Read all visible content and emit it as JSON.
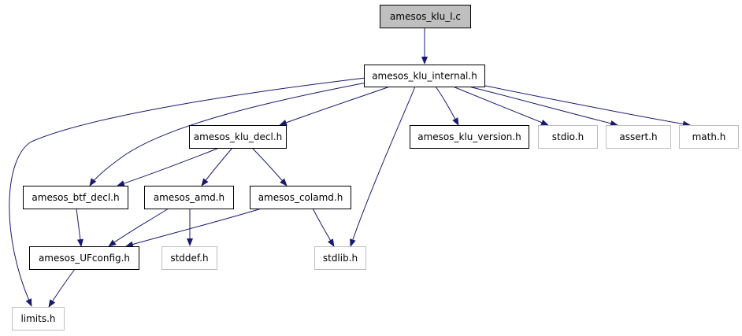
{
  "title": "amesos_klu_l.c",
  "colors": {
    "edge": "#191970",
    "root_fill": "#bfbfbf",
    "node_border": "#000000",
    "external_border": "#bfbfbf",
    "text": "#000000"
  },
  "nodes": [
    {
      "id": "amesos_klu_l_c",
      "label": "amesos_klu_l.c",
      "kind": "root"
    },
    {
      "id": "amesos_klu_internal_h",
      "label": "amesos_klu_internal.h",
      "kind": "local"
    },
    {
      "id": "amesos_klu_decl_h",
      "label": "amesos_klu_decl.h",
      "kind": "local"
    },
    {
      "id": "amesos_klu_version_h",
      "label": "amesos_klu_version.h",
      "kind": "local"
    },
    {
      "id": "stdio_h",
      "label": "stdio.h",
      "kind": "external"
    },
    {
      "id": "assert_h",
      "label": "assert.h",
      "kind": "external"
    },
    {
      "id": "math_h",
      "label": "math.h",
      "kind": "external"
    },
    {
      "id": "amesos_btf_decl_h",
      "label": "amesos_btf_decl.h",
      "kind": "local"
    },
    {
      "id": "amesos_amd_h",
      "label": "amesos_amd.h",
      "kind": "local"
    },
    {
      "id": "amesos_colamd_h",
      "label": "amesos_colamd.h",
      "kind": "local"
    },
    {
      "id": "amesos_UFconfig_h",
      "label": "amesos_UFconfig.h",
      "kind": "local"
    },
    {
      "id": "stddef_h",
      "label": "stddef.h",
      "kind": "external"
    },
    {
      "id": "stdlib_h",
      "label": "stdlib.h",
      "kind": "external"
    },
    {
      "id": "limits_h",
      "label": "limits.h",
      "kind": "external"
    }
  ],
  "edges": [
    {
      "from": "amesos_klu_l_c",
      "to": "amesos_klu_internal_h"
    },
    {
      "from": "amesos_klu_internal_h",
      "to": "amesos_klu_decl_h"
    },
    {
      "from": "amesos_klu_internal_h",
      "to": "amesos_btf_decl_h"
    },
    {
      "from": "amesos_klu_internal_h",
      "to": "stdlib_h"
    },
    {
      "from": "amesos_klu_internal_h",
      "to": "amesos_klu_version_h"
    },
    {
      "from": "amesos_klu_internal_h",
      "to": "stdio_h"
    },
    {
      "from": "amesos_klu_internal_h",
      "to": "assert_h"
    },
    {
      "from": "amesos_klu_internal_h",
      "to": "math_h"
    },
    {
      "from": "amesos_klu_internal_h",
      "to": "limits_h"
    },
    {
      "from": "amesos_klu_decl_h",
      "to": "amesos_btf_decl_h"
    },
    {
      "from": "amesos_klu_decl_h",
      "to": "amesos_amd_h"
    },
    {
      "from": "amesos_klu_decl_h",
      "to": "amesos_colamd_h"
    },
    {
      "from": "amesos_btf_decl_h",
      "to": "amesos_UFconfig_h"
    },
    {
      "from": "amesos_amd_h",
      "to": "amesos_UFconfig_h"
    },
    {
      "from": "amesos_amd_h",
      "to": "stddef_h"
    },
    {
      "from": "amesos_colamd_h",
      "to": "amesos_UFconfig_h"
    },
    {
      "from": "amesos_colamd_h",
      "to": "stdlib_h"
    },
    {
      "from": "amesos_UFconfig_h",
      "to": "limits_h"
    }
  ]
}
